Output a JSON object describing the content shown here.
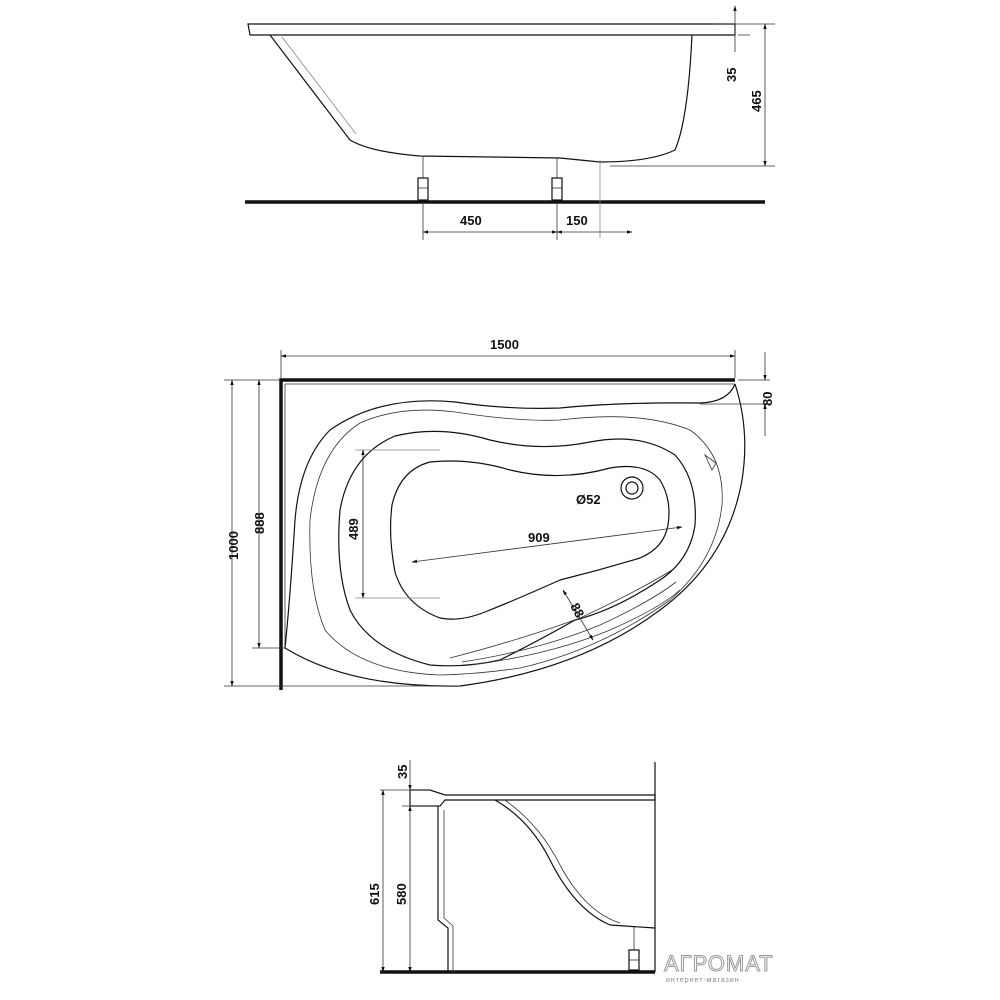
{
  "side_view": {
    "dims": {
      "rim": "35",
      "height": "465",
      "legs": "450",
      "leg_offset": "150"
    }
  },
  "top_view": {
    "dims": {
      "length": "1500",
      "width": "1000",
      "inner_width": "888",
      "rim": "80",
      "basin_width": "489",
      "basin_length": "909",
      "drain": "Ø52",
      "seat": "88"
    }
  },
  "end_view": {
    "dims": {
      "rim": "35",
      "height": "615",
      "inner_height": "580"
    }
  },
  "watermark": {
    "brand": "АГРОМАТ",
    "tagline": "интернет-магазин"
  }
}
